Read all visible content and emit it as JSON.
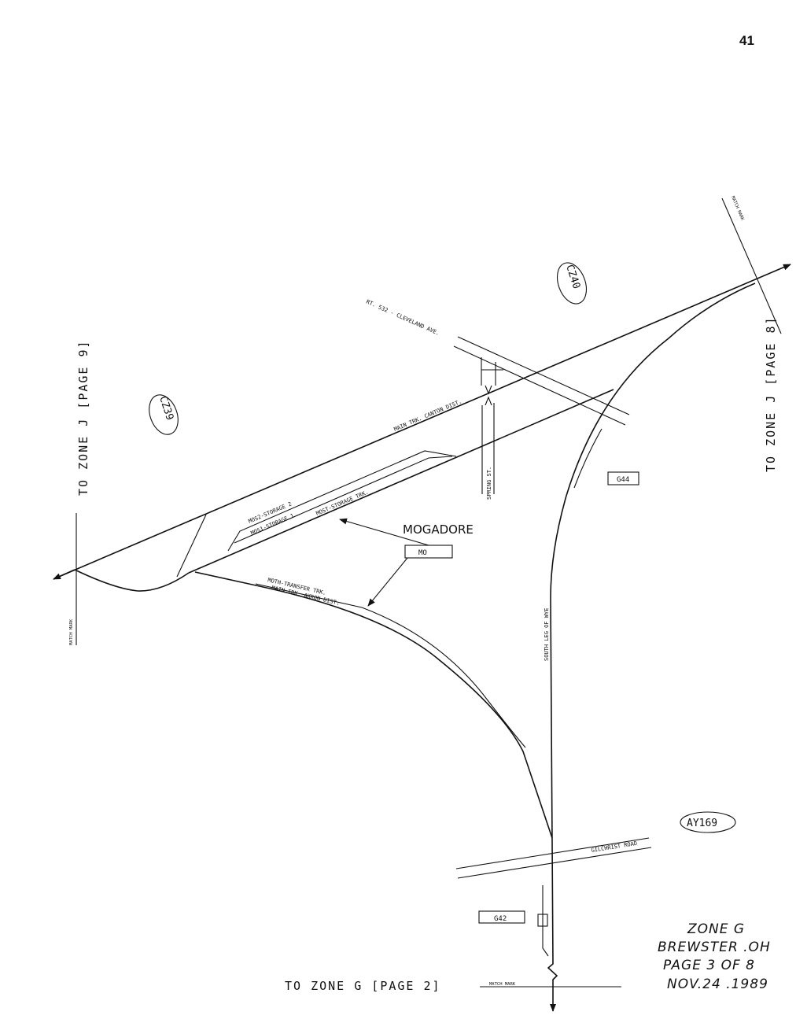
{
  "page_number": "41",
  "destinations": {
    "left": "TO ZONE J [PAGE 9]",
    "right": "TO ZONE J [PAGE 8]",
    "bottom": "TO ZONE G [PAGE 2]"
  },
  "match_mark": "MATCH MARK",
  "zone_codes": {
    "cz39": "CZ39",
    "cz40": "CZ40",
    "ay169": "AY169"
  },
  "boxes": {
    "g44": "G44",
    "g42": "G42",
    "mo": "MO"
  },
  "place_name": "MOGADORE",
  "streets": {
    "rt532": "RT. 532 - CLEVELAND AVE.",
    "spring": "SPRING ST.",
    "gilchrist": "GILCHRIST ROAD"
  },
  "tracks": {
    "main_canton": "MAIN TRK. CANTON DIST.",
    "mos2": "MOS2-STORAGE 2",
    "mos1": "MOS1-STORAGE 1",
    "most": "MOST-STORAGE TRK.",
    "moth": "MOTH-TRANSFER TRK.",
    "main_akron": "MAIN TRK. AKRON DIST.",
    "south_leg": "SOUTH LEG OF WYE"
  },
  "title_block": {
    "zone": "ZONE G",
    "location": "BREWSTER .OH",
    "page": "PAGE 3 OF 8",
    "date": "NOV.24 .1989"
  }
}
